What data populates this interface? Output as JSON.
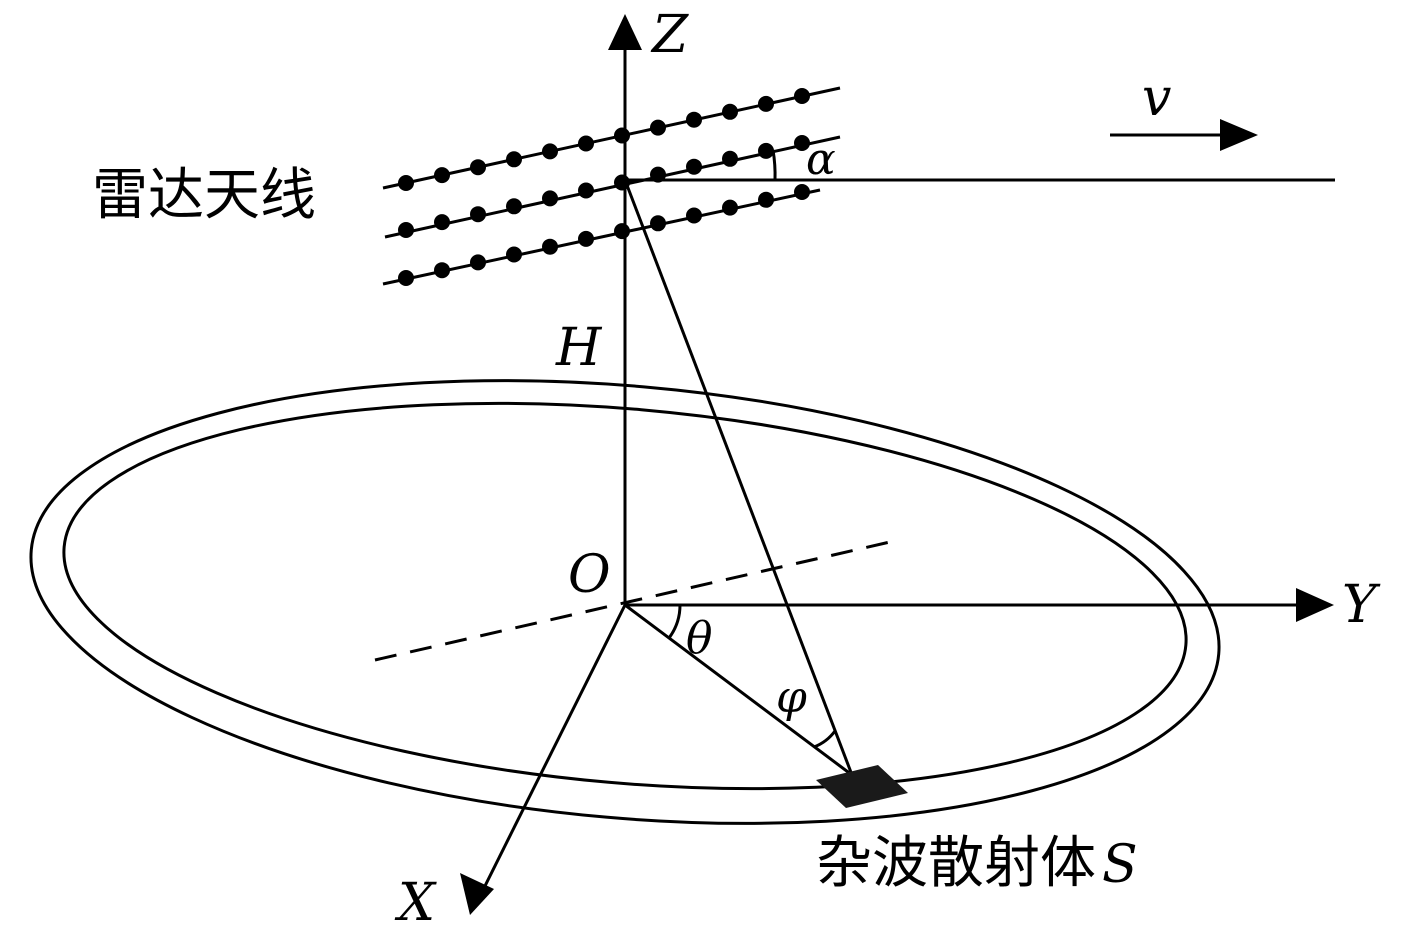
{
  "labels": {
    "z_axis": "Z",
    "y_axis": "Y",
    "x_axis": "X",
    "origin": "O",
    "height": "H",
    "velocity": "v",
    "alpha": "α",
    "theta": "θ",
    "phi": "φ",
    "antenna": "雷达天线",
    "clutter_scatterer": "杂波散射体",
    "clutter_symbol": "S"
  },
  "antenna_array": {
    "rows": 3,
    "elements_per_row": 12
  },
  "colors": {
    "ink": "#000000",
    "background": "#ffffff",
    "scatterer_fill": "#1a1a1a"
  }
}
